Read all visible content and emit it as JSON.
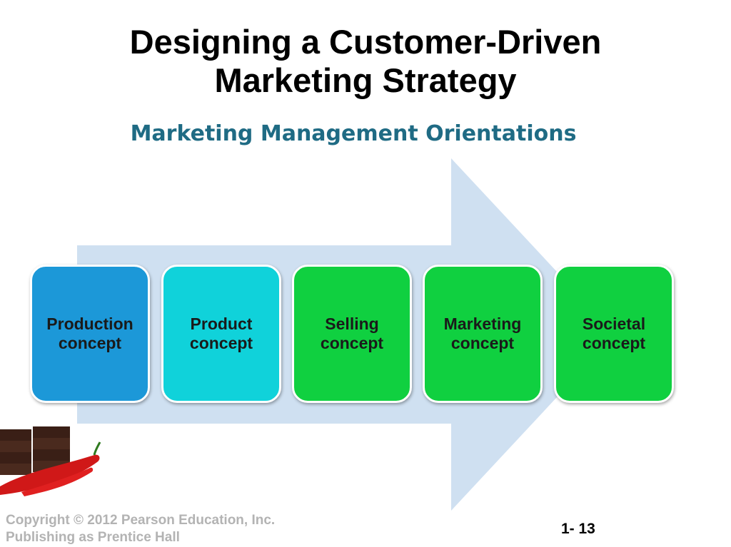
{
  "title": {
    "line1": "Designing a Customer-Driven",
    "line2": "Marketing Strategy"
  },
  "subtitle": "Marketing Management Orientations",
  "arrow_color": "#cfe0f1",
  "boxes": [
    {
      "label": "Production\nconcept",
      "color": "#1c98d8"
    },
    {
      "label": "Product\nconcept",
      "color": "#10d2da"
    },
    {
      "label": "Selling\nconcept",
      "color": "#10d040"
    },
    {
      "label": "Marketing\nconcept",
      "color": "#10d040"
    },
    {
      "label": "Societal\nconcept",
      "color": "#10d040"
    }
  ],
  "footer": {
    "copyright": "Copyright © 2012 Pearson Education, Inc.",
    "publisher": "Publishing as Prentice Hall"
  },
  "slide_number": "1- 13"
}
